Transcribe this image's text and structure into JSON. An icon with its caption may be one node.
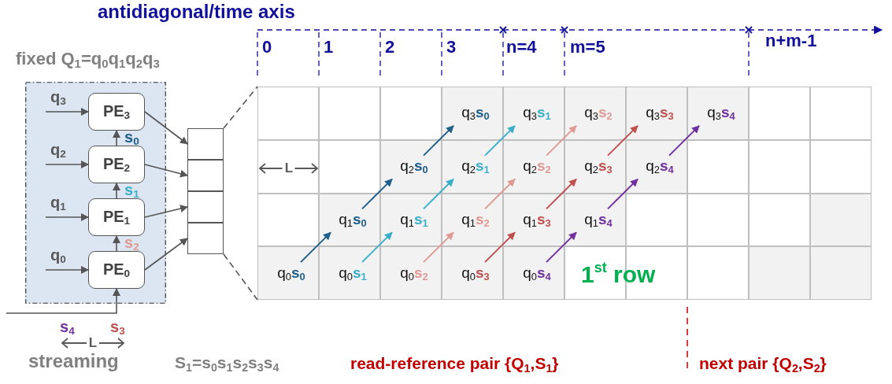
{
  "diagram": {
    "title": "antidiagonal/time axis",
    "nodes": [
      {
        "text": [
          "fixed Q$_{1}$=q$_{0}$q$_{1}$q$_{2}$q$_{3}$"
        ]
      },
      {
        "text": [
          "PE$_{3}$"
        ],
        "in": 0
      },
      {
        "text": [
          "PE$_{2}$"
        ],
        "in": 0
      },
      {
        "text": [
          "PE$_{1}$"
        ],
        "in": 0
      },
      {
        "text": [
          "PE$_{0}$"
        ],
        "in": 0
      },
      {
        "text": [],
        "shape": "box"
      },
      {
        "text": [],
        "shape": "box"
      },
      {
        "text": [],
        "shape": "box"
      },
      {
        "text": [],
        "shape": "box"
      },
      {
        "text": [],
        "shape": "box"
      },
      {
        "text": [],
        "shape": "box"
      },
      {
        "text": [],
        "shape": "box"
      },
      {
        "text": [
          "q$_{3}$**s$_{0}$**"
        ]
      },
      {
        "text": [
          "q$_{3}$**s$_{1}$**"
        ]
      },
      {
        "text": [
          "q$_{3}$**s$_{2}$**"
        ]
      },
      {
        "text": [
          "q$_{3}$**s$_{3}$**"
        ]
      },
      {
        "text": [
          "q$_{3}$**s$_{4}$**"
        ]
      },
      {
        "text": [],
        "shape": "box"
      },
      {
        "text": [],
        "shape": "box"
      },
      {
        "text": [],
        "shape": "box"
      },
      {
        "text": [],
        "shape": "box"
      },
      {
        "text": [
          "q$_{2}$**s$_{0}$**"
        ]
      },
      {
        "text": [
          "q$_{2}$**s$_{1}$**"
        ]
      },
      {
        "text": [
          "q$_{2}$**s$_{2}$**"
        ]
      },
      {
        "text": [
          "q$_{2}$**s$_{3}$**"
        ]
      },
      {
        "text": [
          "q$_{2}$**s$_{4}$**"
        ]
      },
      {
        "text": [],
        "shape": "box"
      },
      {
        "text": [],
        "shape": "box"
      },
      {
        "text": [],
        "shape": "box"
      },
      {
        "text": [],
        "shape": "box"
      },
      {
        "text": [
          "q$_{1}$**s$_{0}$**"
        ]
      },
      {
        "text": [
          "q$_{1}$**s$_{1}$**"
        ]
      },
      {
        "text": [
          "q$_{1}$**s$_{2}$**"
        ]
      },
      {
        "text": [
          "q$_{1}$**s$_{3}$**"
        ]
      },
      {
        "text": [
          "q$_{1}$**s$_{4}$**"
        ]
      },
      {
        "text": [],
        "shape": "box"
      },
      {
        "text": [],
        "shape": "box"
      },
      {
        "text": [],
        "shape": "box"
      },
      {
        "text": [],
        "shape": "box"
      },
      {
        "text": [
          "q$_{0}$**s$_{0}$**"
        ]
      },
      {
        "text": [
          "q$_{0}$**s$_{1}$**"
        ]
      },
      {
        "text": [
          "q$_{0}$**s$_{2}$**"
        ]
      },
      {
        "text": [
          "q$_{0}$**s$_{3}$**"
        ]
      },
      {
        "text": [
          "q$_{0}$**s$_{4}$**"
        ]
      },
      {
        "text": [],
        "shape": "box"
      },
      {
        "text": [],
        "shape": "box"
      },
      {
        "text": [],
        "shape": "box"
      },
      {
        "text": [],
        "shape": "box"
      },
      {
        "text": [],
        "shape": "box"
      }
    ],
    "edges": [
      {
        "from": null,
        "to": 1,
        "arrow": "to",
        "label": "q$_{3}$"
      },
      {
        "from": null,
        "to": 2,
        "arrow": "to",
        "label": "q$_{2}$"
      },
      {
        "from": null,
        "to": 3,
        "arrow": "to",
        "label": "q$_{1}$"
      },
      {
        "from": null,
        "to": 4,
        "arrow": "to",
        "label": "q$_{0}$"
      },
      {
        "from": 4,
        "to": 3,
        "arrow": "to",
        "label": "s$_{2}$"
      },
      {
        "from": 3,
        "to": 2,
        "arrow": "to",
        "label": "s$_{1}$"
      },
      {
        "from": 2,
        "to": 1,
        "arrow": "to",
        "label": "s$_{0}$"
      },
      {
        "from": null,
        "to": 4,
        "arrow": "to"
      },
      {
        "from": 1,
        "to": 5,
        "arrow": "to"
      },
      {
        "from": 2,
        "to": 6,
        "arrow": "to"
      },
      {
        "from": 3,
        "to": 7,
        "arrow": "to"
      },
      {
        "from": 4,
        "to": 8,
        "arrow": "to"
      },
      {
        "from": 5,
        "to": 9,
        "arrow": "none",
        "style": "dashed"
      },
      {
        "from": 8,
        "to": 39,
        "arrow": "none",
        "style": "dashed"
      },
      {
        "from": 39,
        "to": 30,
        "arrow": "to",
        "color": "#1f5f8b"
      },
      {
        "from": 30,
        "to": 21,
        "arrow": "to",
        "color": "#1f5f8b"
      },
      {
        "from": 21,
        "to": 12,
        "arrow": "to",
        "color": "#1f5f8b"
      },
      {
        "from": 40,
        "to": 31,
        "arrow": "to",
        "color": "#3ab0c8"
      },
      {
        "from": 31,
        "to": 22,
        "arrow": "to",
        "color": "#3ab0c8"
      },
      {
        "from": 22,
        "to": 13,
        "arrow": "to",
        "color": "#3ab0c8"
      },
      {
        "from": 41,
        "to": 32,
        "arrow": "to",
        "color": "#e09a94"
      },
      {
        "from": 32,
        "to": 23,
        "arrow": "to",
        "color": "#e09a94"
      },
      {
        "from": 23,
        "to": 14,
        "arrow": "to",
        "color": "#e09a94"
      },
      {
        "from": 42,
        "to": 33,
        "arrow": "to",
        "color": "#c0504d"
      },
      {
        "from": 33,
        "to": 24,
        "arrow": "to",
        "color": "#c0504d"
      },
      {
        "from": 24,
        "to": 15,
        "arrow": "to",
        "color": "#c0504d"
      },
      {
        "from": 43,
        "to": 34,
        "arrow": "to",
        "color": "#7030a0"
      },
      {
        "from": 34,
        "to": 25,
        "arrow": "to",
        "color": "#7030a0"
      },
      {
        "from": 25,
        "to": 16,
        "arrow": "to",
        "color": "#7030a0"
      }
    ],
    "labels": [
      "0",
      "1",
      "2",
      "3",
      "n=4",
      "m=5",
      "n+m-1",
      "L",
      "1$^{st}$ row",
      "s$_{4}$",
      "s$_{3}$",
      "L",
      "streaming",
      "S$_{1}$=s$_{0}$s$_{1}$s$_{2}$s$_{3}$s$_{4}$",
      "read-reference pair {Q$_{1}$,S$_{1}$}",
      "next pair {Q$_{2}$,S$_{2}$}"
    ]
  }
}
